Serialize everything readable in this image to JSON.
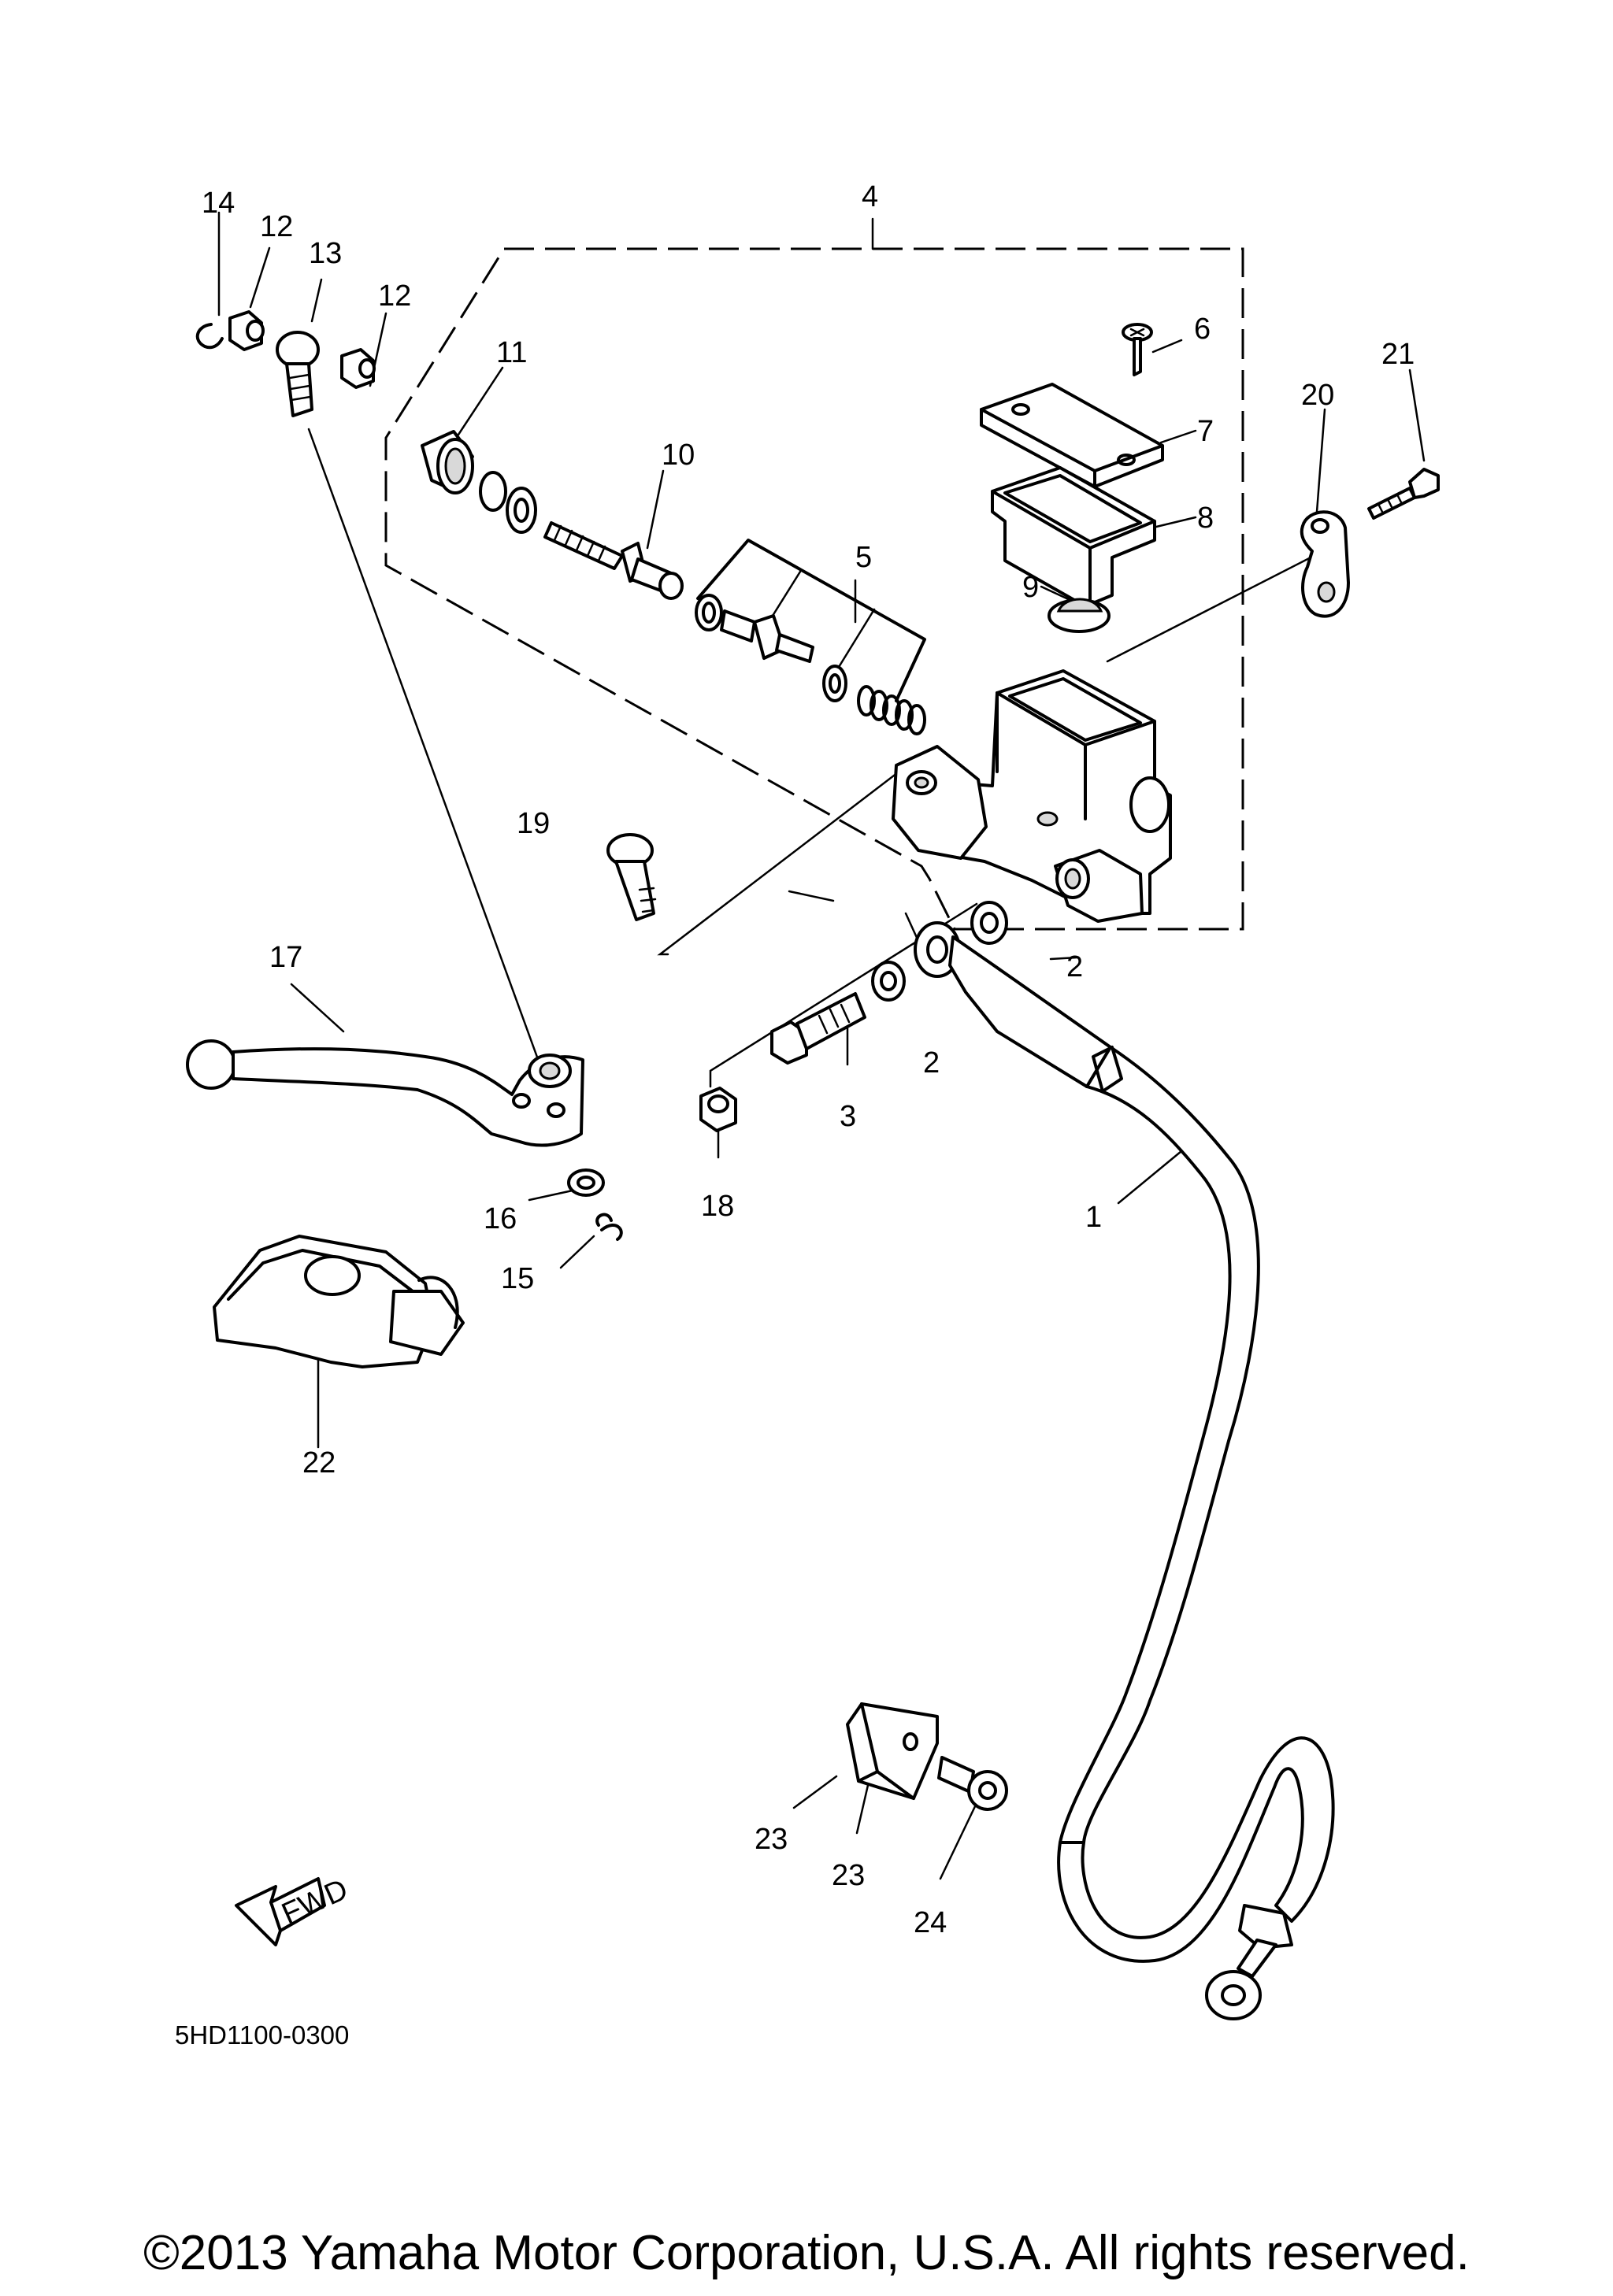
{
  "callouts": {
    "c1": "1",
    "c2a": "2",
    "c2b": "2",
    "c3": "3",
    "c4": "4",
    "c5": "5",
    "c6": "6",
    "c7": "7",
    "c8": "8",
    "c9": "9",
    "c10": "10",
    "c11": "11",
    "c12a": "12",
    "c12b": "12",
    "c13": "13",
    "c14": "14",
    "c15": "15",
    "c16": "16",
    "c17": "17",
    "c18": "18",
    "c19": "19",
    "c20": "20",
    "c21": "21",
    "c22": "22",
    "c23a": "23",
    "c23b": "23",
    "c24": "24"
  },
  "fwd_badge": "FWD",
  "diagram_code": "5HD1100-0300",
  "copyright": "©2013 Yamaha Motor Corporation, U.S.A. All rights reserved.",
  "icons": {
    "fwd_arrow": "fwd-arrow-icon"
  }
}
